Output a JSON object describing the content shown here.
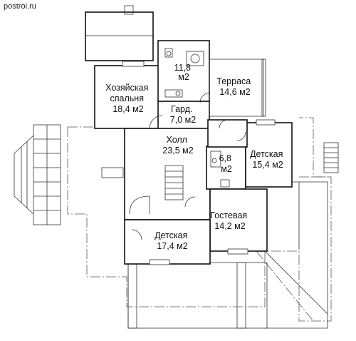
{
  "watermark": "postroi.ru",
  "rooms": [
    {
      "key": "bath1",
      "lines": [
        "11,8",
        "м2"
      ]
    },
    {
      "key": "master",
      "lines": [
        "Хозяйская",
        "спальня",
        "18,4 м2"
      ]
    },
    {
      "key": "terrace",
      "lines": [
        "Терраса",
        "14,6 м2"
      ]
    },
    {
      "key": "dress",
      "lines": [
        "Гард.",
        "7,0 м2"
      ]
    },
    {
      "key": "hall",
      "lines": [
        "Холл",
        "23,5 м2"
      ]
    },
    {
      "key": "bath2",
      "lines": [
        "6,8",
        "м2"
      ]
    },
    {
      "key": "kids1",
      "lines": [
        "Детская",
        "15,4 м2"
      ]
    },
    {
      "key": "guest",
      "lines": [
        "Гостевая",
        "14,2 м2"
      ]
    },
    {
      "key": "kids2",
      "lines": [
        "Детская",
        "17,4 м2"
      ]
    }
  ]
}
